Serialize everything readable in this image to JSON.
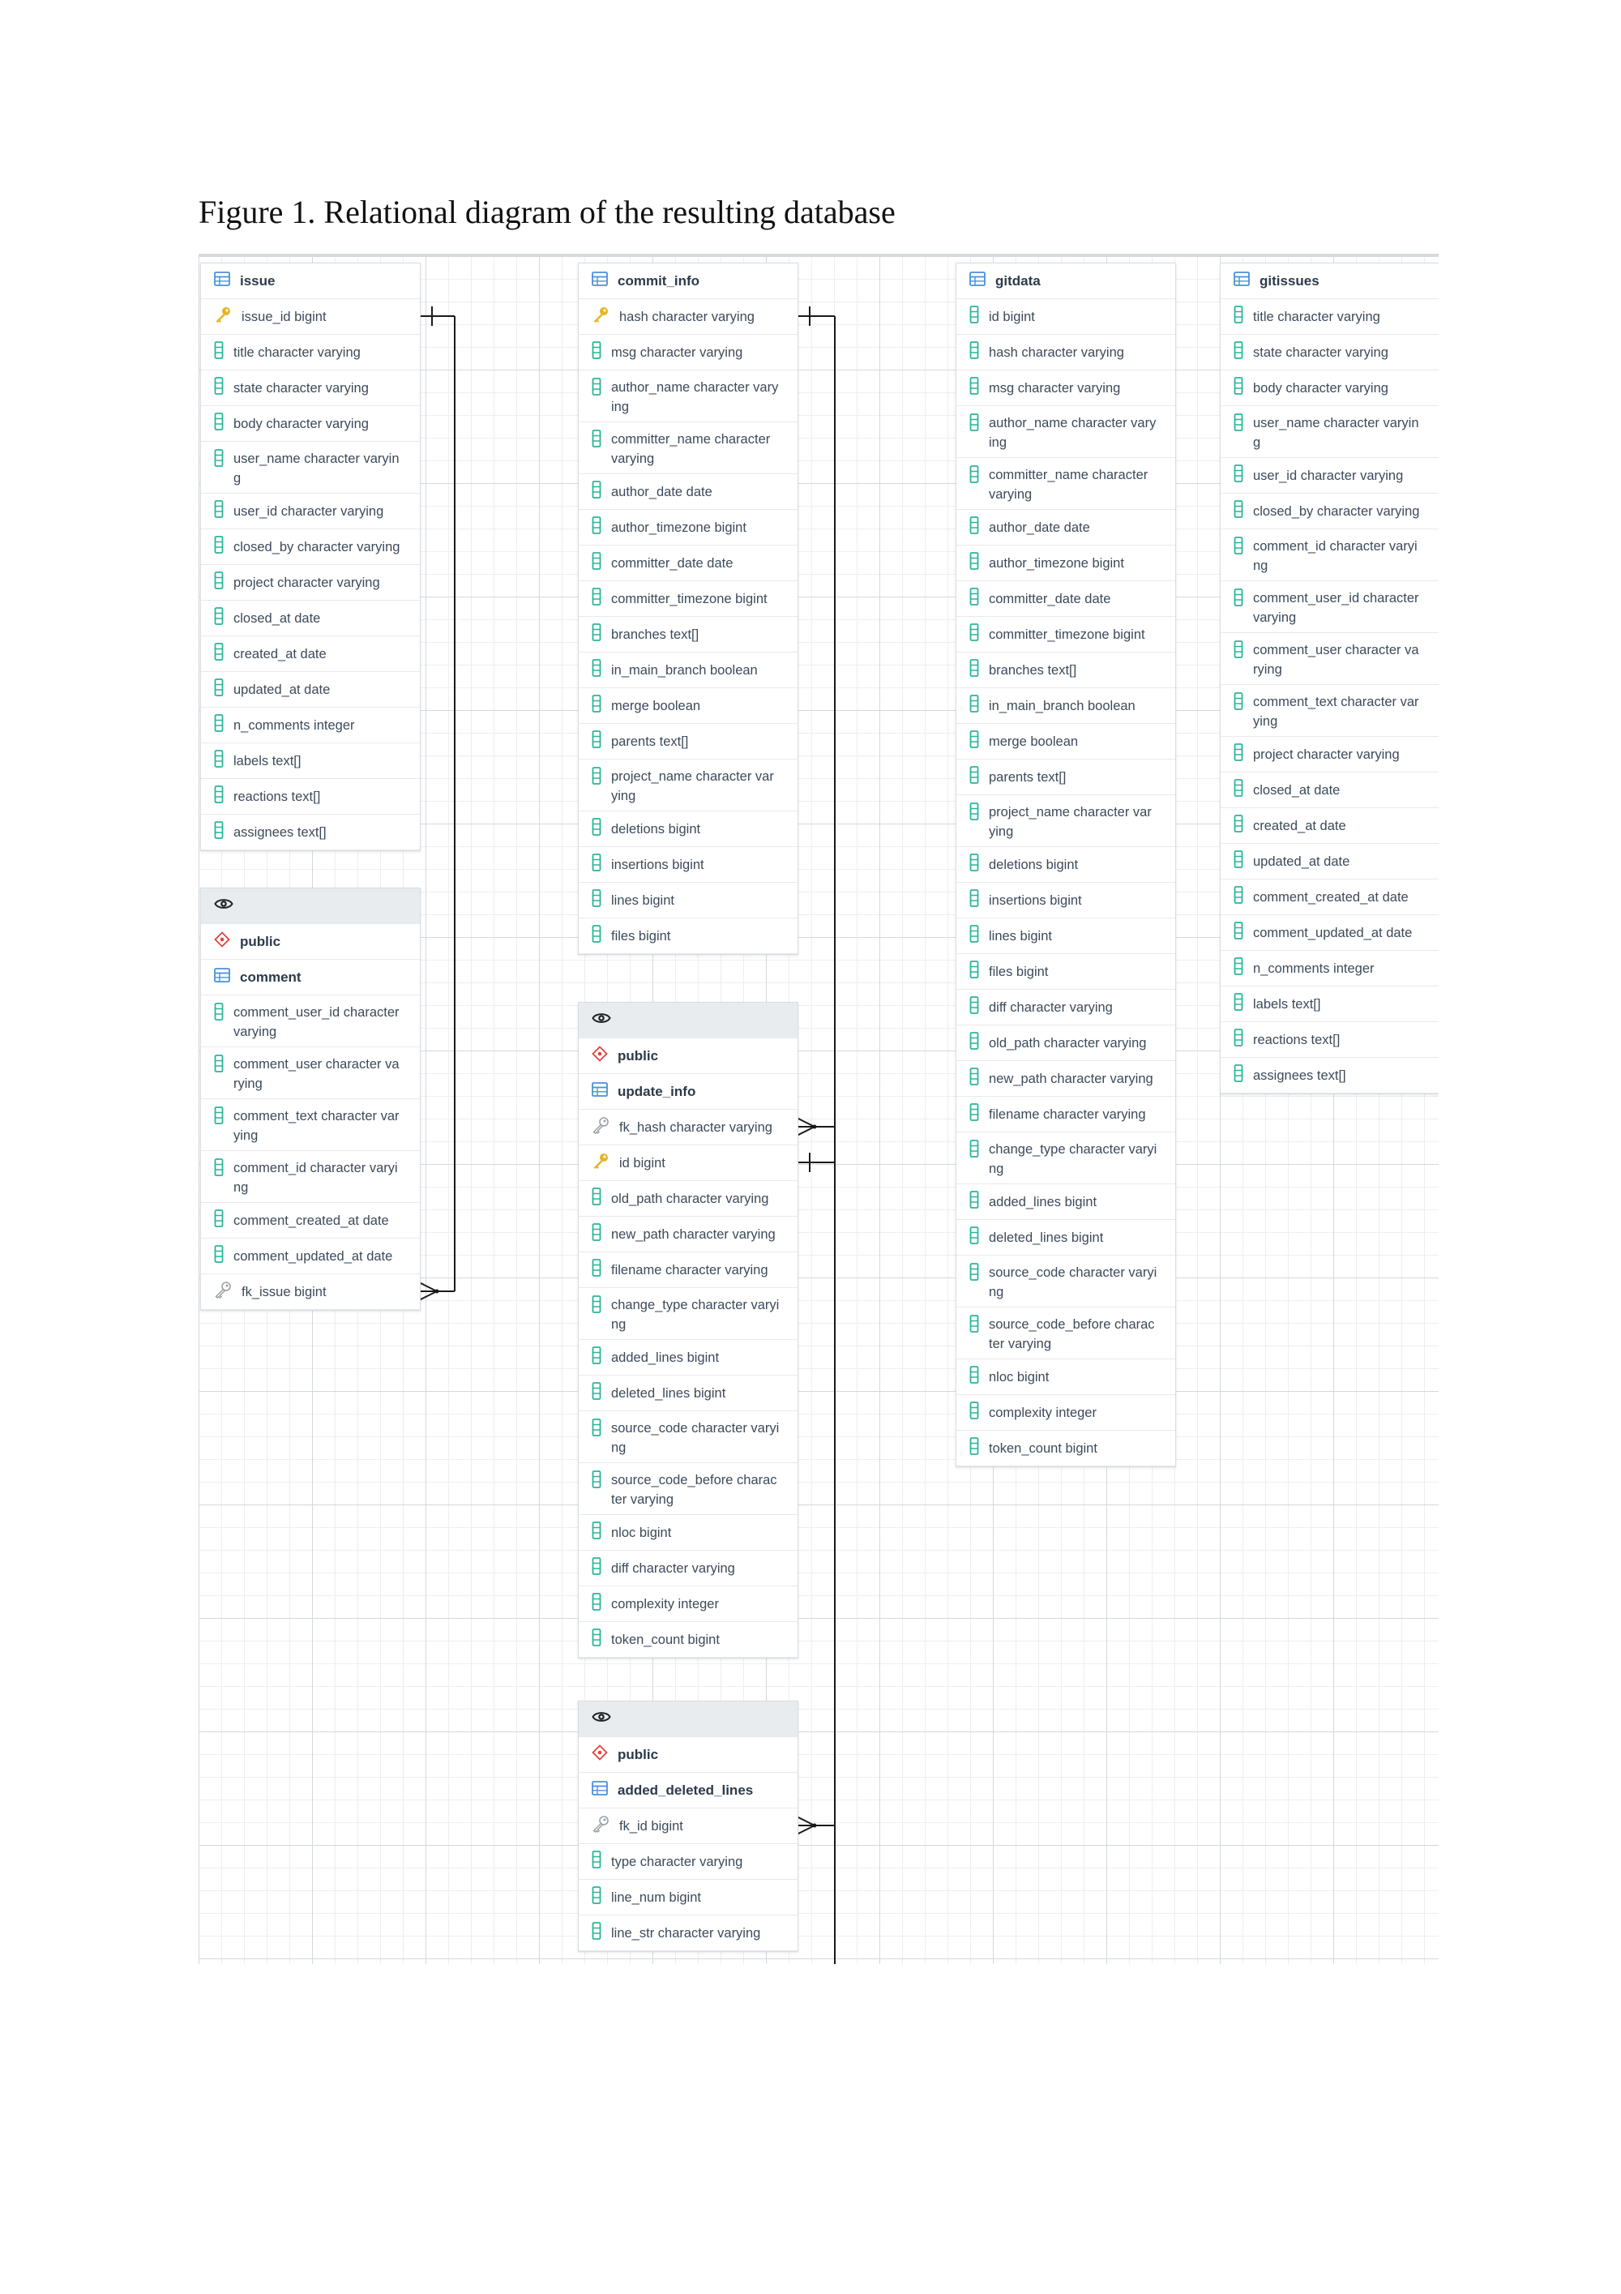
{
  "caption": "Figure 1. Relational diagram of the resulting database",
  "tables": [
    {
      "id": "issue",
      "schema": "",
      "name": "issue",
      "columns": [
        {
          "text": "issue_id bigint",
          "kind": "pk"
        },
        {
          "text": "title character varying",
          "kind": "col"
        },
        {
          "text": "state character varying",
          "kind": "col"
        },
        {
          "text": "body character varying",
          "kind": "col"
        },
        {
          "text": "user_name character varyin\ng",
          "kind": "col"
        },
        {
          "text": "user_id character varying",
          "kind": "col"
        },
        {
          "text": "closed_by character varying",
          "kind": "col"
        },
        {
          "text": "project character varying",
          "kind": "col"
        },
        {
          "text": "closed_at date",
          "kind": "col"
        },
        {
          "text": "created_at date",
          "kind": "col"
        },
        {
          "text": "updated_at date",
          "kind": "col"
        },
        {
          "text": "n_comments integer",
          "kind": "col"
        },
        {
          "text": "labels text[]",
          "kind": "col"
        },
        {
          "text": "reactions text[]",
          "kind": "col"
        },
        {
          "text": "assignees text[]",
          "kind": "col"
        }
      ]
    },
    {
      "id": "comment",
      "schema": "public",
      "name": "comment",
      "columns": [
        {
          "text": "comment_user_id character\nvarying",
          "kind": "col"
        },
        {
          "text": "comment_user character va\nrying",
          "kind": "col"
        },
        {
          "text": "comment_text character var\nying",
          "kind": "col"
        },
        {
          "text": "comment_id character varyi\nng",
          "kind": "col"
        },
        {
          "text": "comment_created_at date",
          "kind": "col"
        },
        {
          "text": "comment_updated_at date",
          "kind": "col"
        },
        {
          "text": "fk_issue bigint",
          "kind": "fk"
        }
      ]
    },
    {
      "id": "commit_info",
      "schema": "",
      "name": "commit_info",
      "columns": [
        {
          "text": "hash character varying",
          "kind": "pk"
        },
        {
          "text": "msg character varying",
          "kind": "col"
        },
        {
          "text": "author_name character vary\ning",
          "kind": "col"
        },
        {
          "text": "committer_name character\nvarying",
          "kind": "col"
        },
        {
          "text": "author_date date",
          "kind": "col"
        },
        {
          "text": "author_timezone bigint",
          "kind": "col"
        },
        {
          "text": "committer_date date",
          "kind": "col"
        },
        {
          "text": "committer_timezone bigint",
          "kind": "col"
        },
        {
          "text": "branches text[]",
          "kind": "col"
        },
        {
          "text": "in_main_branch boolean",
          "kind": "col"
        },
        {
          "text": "merge boolean",
          "kind": "col"
        },
        {
          "text": "parents text[]",
          "kind": "col"
        },
        {
          "text": "project_name character var\nying",
          "kind": "col"
        },
        {
          "text": "deletions bigint",
          "kind": "col"
        },
        {
          "text": "insertions bigint",
          "kind": "col"
        },
        {
          "text": "lines bigint",
          "kind": "col"
        },
        {
          "text": "files bigint",
          "kind": "col"
        }
      ]
    },
    {
      "id": "update_info",
      "schema": "public",
      "name": "update_info",
      "columns": [
        {
          "text": "fk_hash character varying",
          "kind": "fk"
        },
        {
          "text": "id bigint",
          "kind": "pk"
        },
        {
          "text": "old_path character varying",
          "kind": "col"
        },
        {
          "text": "new_path character varying",
          "kind": "col"
        },
        {
          "text": "filename character varying",
          "kind": "col"
        },
        {
          "text": "change_type character varyi\nng",
          "kind": "col"
        },
        {
          "text": "added_lines bigint",
          "kind": "col"
        },
        {
          "text": "deleted_lines bigint",
          "kind": "col"
        },
        {
          "text": "source_code character varyi\nng",
          "kind": "col"
        },
        {
          "text": "source_code_before charac\nter varying",
          "kind": "col"
        },
        {
          "text": "nloc bigint",
          "kind": "col"
        },
        {
          "text": "diff character varying",
          "kind": "col"
        },
        {
          "text": "complexity integer",
          "kind": "col"
        },
        {
          "text": "token_count bigint",
          "kind": "col"
        }
      ]
    },
    {
      "id": "added_deleted_lines",
      "schema": "public",
      "name": "added_deleted_lines",
      "columns": [
        {
          "text": "fk_id bigint",
          "kind": "fk"
        },
        {
          "text": "type character varying",
          "kind": "col"
        },
        {
          "text": "line_num bigint",
          "kind": "col"
        },
        {
          "text": "line_str character varying",
          "kind": "col"
        }
      ]
    },
    {
      "id": "gitdata",
      "schema": "",
      "name": "gitdata",
      "columns": [
        {
          "text": "id bigint",
          "kind": "col"
        },
        {
          "text": "hash character varying",
          "kind": "col"
        },
        {
          "text": "msg character varying",
          "kind": "col"
        },
        {
          "text": "author_name character vary\ning",
          "kind": "col"
        },
        {
          "text": "committer_name character\nvarying",
          "kind": "col"
        },
        {
          "text": "author_date date",
          "kind": "col"
        },
        {
          "text": "author_timezone bigint",
          "kind": "col"
        },
        {
          "text": "committer_date date",
          "kind": "col"
        },
        {
          "text": "committer_timezone bigint",
          "kind": "col"
        },
        {
          "text": "branches text[]",
          "kind": "col"
        },
        {
          "text": "in_main_branch boolean",
          "kind": "col"
        },
        {
          "text": "merge boolean",
          "kind": "col"
        },
        {
          "text": "parents text[]",
          "kind": "col"
        },
        {
          "text": "project_name character var\nying",
          "kind": "col"
        },
        {
          "text": "deletions bigint",
          "kind": "col"
        },
        {
          "text": "insertions bigint",
          "kind": "col"
        },
        {
          "text": "lines bigint",
          "kind": "col"
        },
        {
          "text": "files bigint",
          "kind": "col"
        },
        {
          "text": "diff character varying",
          "kind": "col"
        },
        {
          "text": "old_path character varying",
          "kind": "col"
        },
        {
          "text": "new_path character varying",
          "kind": "col"
        },
        {
          "text": "filename character varying",
          "kind": "col"
        },
        {
          "text": "change_type character varyi\nng",
          "kind": "col"
        },
        {
          "text": "added_lines bigint",
          "kind": "col"
        },
        {
          "text": "deleted_lines bigint",
          "kind": "col"
        },
        {
          "text": "source_code character varyi\nng",
          "kind": "col"
        },
        {
          "text": "source_code_before charac\nter varying",
          "kind": "col"
        },
        {
          "text": "nloc bigint",
          "kind": "col"
        },
        {
          "text": "complexity integer",
          "kind": "col"
        },
        {
          "text": "token_count bigint",
          "kind": "col"
        }
      ]
    },
    {
      "id": "gitissues",
      "schema": "",
      "name": "gitissues",
      "columns": [
        {
          "text": "title character varying",
          "kind": "col"
        },
        {
          "text": "state character varying",
          "kind": "col"
        },
        {
          "text": "body character varying",
          "kind": "col"
        },
        {
          "text": "user_name character varyin\ng",
          "kind": "col"
        },
        {
          "text": "user_id character varying",
          "kind": "col"
        },
        {
          "text": "closed_by character varying",
          "kind": "col"
        },
        {
          "text": "comment_id character varyi\nng",
          "kind": "col"
        },
        {
          "text": "comment_user_id character\nvarying",
          "kind": "col"
        },
        {
          "text": "comment_user character va\nrying",
          "kind": "col"
        },
        {
          "text": "comment_text character var\nying",
          "kind": "col"
        },
        {
          "text": "project character varying",
          "kind": "col"
        },
        {
          "text": "closed_at date",
          "kind": "col"
        },
        {
          "text": "created_at date",
          "kind": "col"
        },
        {
          "text": "updated_at date",
          "kind": "col"
        },
        {
          "text": "comment_created_at date",
          "kind": "col"
        },
        {
          "text": "comment_updated_at date",
          "kind": "col"
        },
        {
          "text": "n_comments integer",
          "kind": "col"
        },
        {
          "text": "labels text[]",
          "kind": "col"
        },
        {
          "text": "reactions text[]",
          "kind": "col"
        },
        {
          "text": "assignees text[]",
          "kind": "col"
        }
      ]
    }
  ],
  "relationships": [
    {
      "from_table": "comment",
      "from_column": "fk_issue bigint",
      "to_table": "issue",
      "to_column": "issue_id bigint",
      "cardinality": "many-to-one"
    },
    {
      "from_table": "update_info",
      "from_column": "fk_hash character varying",
      "to_table": "commit_info",
      "to_column": "hash character varying",
      "cardinality": "many-to-one"
    },
    {
      "from_table": "added_deleted_lines",
      "from_column": "fk_id bigint",
      "to_table": "update_info",
      "to_column": "id bigint",
      "cardinality": "many-to-one"
    }
  ],
  "colors": {
    "table_icon": "#4a90d9",
    "column_icon": "#2bb59a",
    "pk_icon": "#e6b422",
    "fk_icon": "#9aa0a6",
    "schema_icon": "#e0443e",
    "line": "#1a1a1a"
  }
}
